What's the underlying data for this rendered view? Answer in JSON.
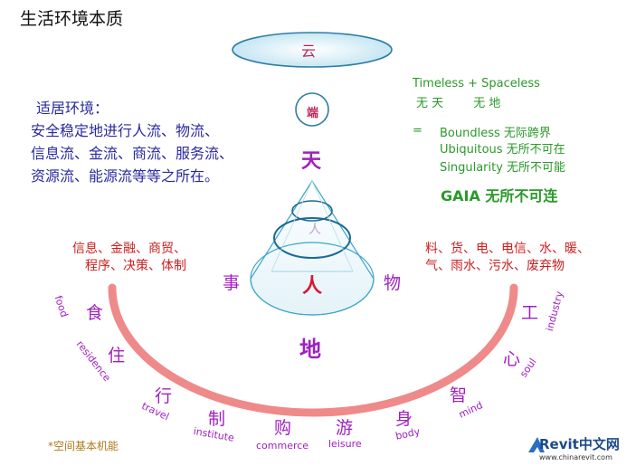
{
  "title": "生活环境本质",
  "cloud": "云",
  "duan": "端",
  "heaven": "天",
  "person": "人",
  "person_inner": "人",
  "earth": "地",
  "event": "事",
  "thing": "物",
  "habitat": {
    "title": "适居环境：",
    "lines": [
      "安全稳定地进行人流、物流、",
      "信息流、金流、商流、服务流、",
      "资源流、能源流等等之所在。"
    ]
  },
  "right_panel": {
    "timeless": "Timeless + Spaceless",
    "wu": "无 天        无 地",
    "eq": "=",
    "boundless": "Boundless 无际跨界",
    "ubiquitous": "Ubiquitous 无所不可在",
    "singularity": "Singularity  无所不可能",
    "gaia": "GAIA 无所不可连"
  },
  "left_text": [
    "信息、金融、商贸、",
    "程序、决策、体制"
  ],
  "right_text": [
    "料、货、电、电信、水、暖、",
    "气、雨水、污水、废弃物"
  ],
  "arc_items": [
    {
      "zh": "食",
      "en": "food"
    },
    {
      "zh": "住",
      "en": "residence"
    },
    {
      "zh": "行",
      "en": "travel"
    },
    {
      "zh": "制",
      "en": "institute"
    },
    {
      "zh": "购",
      "en": "commerce"
    },
    {
      "zh": "游",
      "en": "leisure"
    },
    {
      "zh": "身",
      "en": "body"
    },
    {
      "zh": "智",
      "en": "mind"
    },
    {
      "zh": "心",
      "en": "soul"
    },
    {
      "zh": "工",
      "en": "industry"
    }
  ],
  "note": "*空间基本机能",
  "logo": {
    "main": "Revit中文网",
    "sub": "www.chinarevit.com"
  },
  "colors": {
    "purple": "#a020c0",
    "red": "#cc2020",
    "green": "#2a9a2a",
    "blue": "#2a2aa0",
    "arc": "#ef8a8a",
    "cone": "#3aa6c8"
  }
}
